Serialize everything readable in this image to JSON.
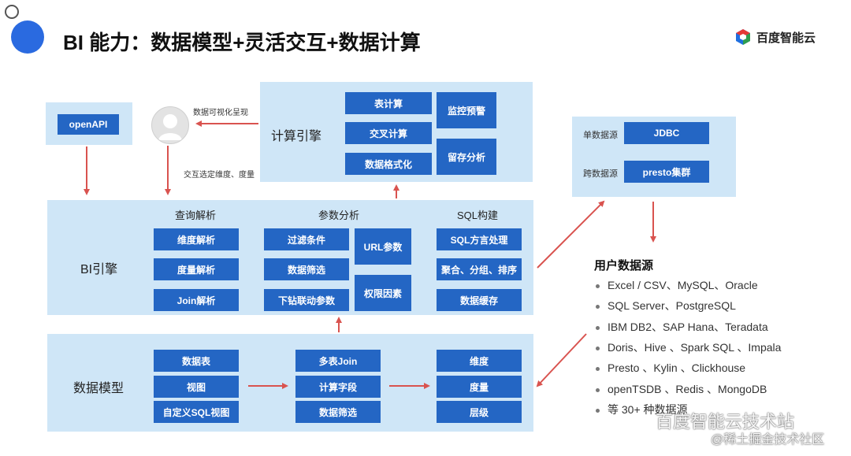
{
  "title": "BI 能力：数据模型+灵活交互+数据计算",
  "brand": "百度智能云",
  "openapi": "openAPI",
  "user_caption_top": "数据可视化呈现",
  "user_caption_bottom": "交互选定维度、度量",
  "compute_engine": {
    "title": "计算引擎",
    "items": [
      "表计算",
      "交叉计算",
      "数据格式化",
      "监控预警",
      "留存分析"
    ]
  },
  "datasource_box": {
    "single_label": "单数据源",
    "single_btn": "JDBC",
    "cross_label": "跨数据源",
    "cross_btn": "presto集群"
  },
  "bi_engine": {
    "title": "BI引擎",
    "query_parse": {
      "title": "查询解析",
      "items": [
        "维度解析",
        "度量解析",
        "Join解析"
      ]
    },
    "param_analysis": {
      "title": "参数分析",
      "items": [
        "过滤条件",
        "数据筛选",
        "下钻联动参数",
        "URL参数",
        "权限因素"
      ]
    },
    "sql_build": {
      "title": "SQL构建",
      "items": [
        "SQL方言处理",
        "聚合、分组、排序",
        "数据缓存"
      ]
    }
  },
  "data_model": {
    "title": "数据模型",
    "col1": [
      "数据表",
      "视图",
      "自定义SQL视图"
    ],
    "col2": [
      "多表Join",
      "计算字段",
      "数据筛选"
    ],
    "col3": [
      "维度",
      "度量",
      "层级"
    ]
  },
  "user_sources": {
    "title": "用户数据源",
    "items": [
      "Excel / CSV、MySQL、Oracle",
      "SQL Server、PostgreSQL",
      "IBM DB2、SAP Hana、Teradata",
      "Doris、Hive 、Spark SQL 、Impala",
      "Presto 、Kylin 、Clickhouse",
      "openTSDB 、Redis 、MongoDB",
      "等 30+ 种数据源"
    ]
  },
  "watermark": {
    "line1": "百度智能云技术站",
    "line2": "@稀土掘金技术社区"
  },
  "colors": {
    "accent": "#2466c4",
    "panel": "#cfe6f7",
    "arrow": "#d9534f"
  }
}
